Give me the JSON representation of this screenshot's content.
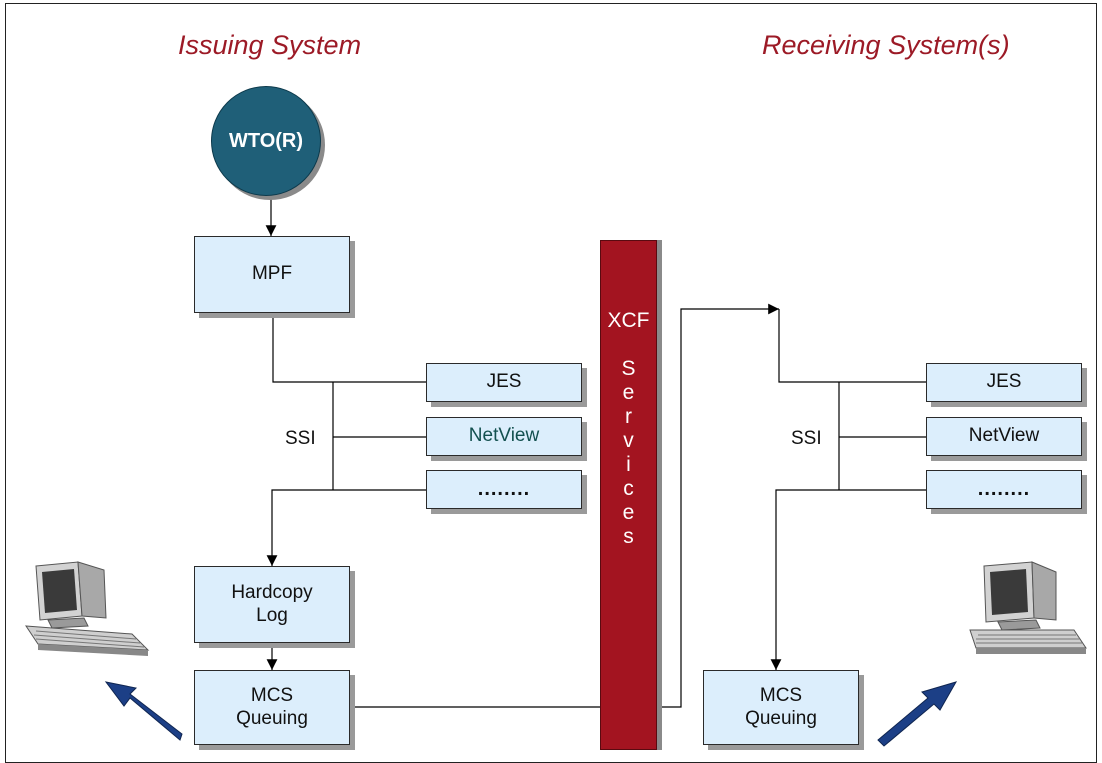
{
  "headings": {
    "issuing": "Issuing System",
    "receiving": "Receiving System(s)"
  },
  "issuing": {
    "origin": "WTO(R)",
    "mpf": "MPF",
    "ssi_label": "SSI",
    "subsystems": [
      "JES",
      "NetView",
      "........"
    ],
    "hardcopy": "Hardcopy\nLog",
    "mcs": "MCS\nQueuing"
  },
  "xcf": {
    "label": "XCF\n \nS\ne\nr\nv\ni\nc\ne\ns"
  },
  "receiving": {
    "ssi_label": "SSI",
    "subsystems": [
      "JES",
      "NetView",
      "........"
    ],
    "mcs": "MCS\nQueuing"
  },
  "colors": {
    "box_fill": "#dceefc",
    "wto_fill": "#1f5f78",
    "xcf_fill": "#a31420",
    "heading": "#9c1a26",
    "arrow_blue": "#1c3f86"
  },
  "icons": [
    "computer-terminal-icon",
    "arrow-icon"
  ]
}
